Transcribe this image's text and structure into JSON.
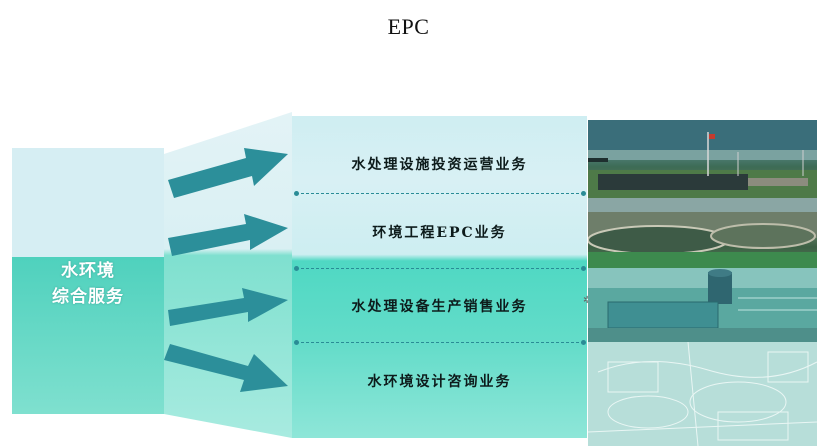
{
  "title": "EPC",
  "left_block": {
    "label_line1": "水环境",
    "label_line2": "综合服务"
  },
  "businesses": [
    {
      "label": "水处理设施投资运营业务"
    },
    {
      "label": "环境工程EPC业务"
    },
    {
      "label": "水处理设备生产销售业务"
    },
    {
      "label": "水环境设计咨询业务"
    }
  ],
  "photos": [
    {
      "subject": "water-treatment-plant-entrance-photo"
    },
    {
      "subject": "sedimentation-tank-photo"
    },
    {
      "subject": "treatment-equipment-photo"
    },
    {
      "subject": "engineering-blueprints-photo"
    }
  ],
  "colors": {
    "light_band": "#d6eef3",
    "teal_band": "#4fd1bd",
    "arrow": "#2c8f9a",
    "divider": "#2a8c96"
  }
}
